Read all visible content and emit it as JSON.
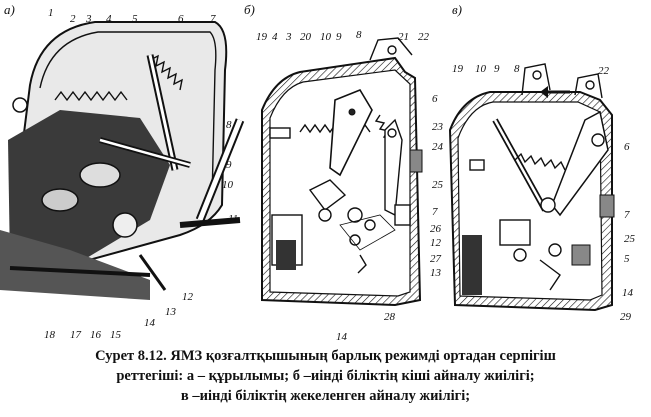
{
  "panels": {
    "a": {
      "label": "а)",
      "callouts": [
        "1",
        "2",
        "3",
        "4",
        "5",
        "6",
        "7",
        "8",
        "9",
        "10",
        "11",
        "12",
        "13",
        "14",
        "15",
        "16",
        "17",
        "18"
      ]
    },
    "b": {
      "label": "б)",
      "callouts": [
        "19",
        "4",
        "3",
        "20",
        "10",
        "9",
        "8",
        "21",
        "22",
        "6",
        "23",
        "24",
        "25",
        "7",
        "26",
        "12",
        "27",
        "13",
        "14",
        "28"
      ]
    },
    "c": {
      "label": "в)",
      "callouts": [
        "19",
        "10",
        "9",
        "8",
        "22",
        "6",
        "7",
        "25",
        "5",
        "14",
        "29"
      ]
    }
  },
  "caption": {
    "line1": "Сурет 8.12. ЯМЗ қозғалтқышының барлық режимді ортадан серпігіш",
    "line2": "реттегіші: а – құрылымы; б –иінді біліктің кіші айналу жиілігі;",
    "line3": "в –иінді біліктің жекеленген айналу жиілігі;"
  }
}
